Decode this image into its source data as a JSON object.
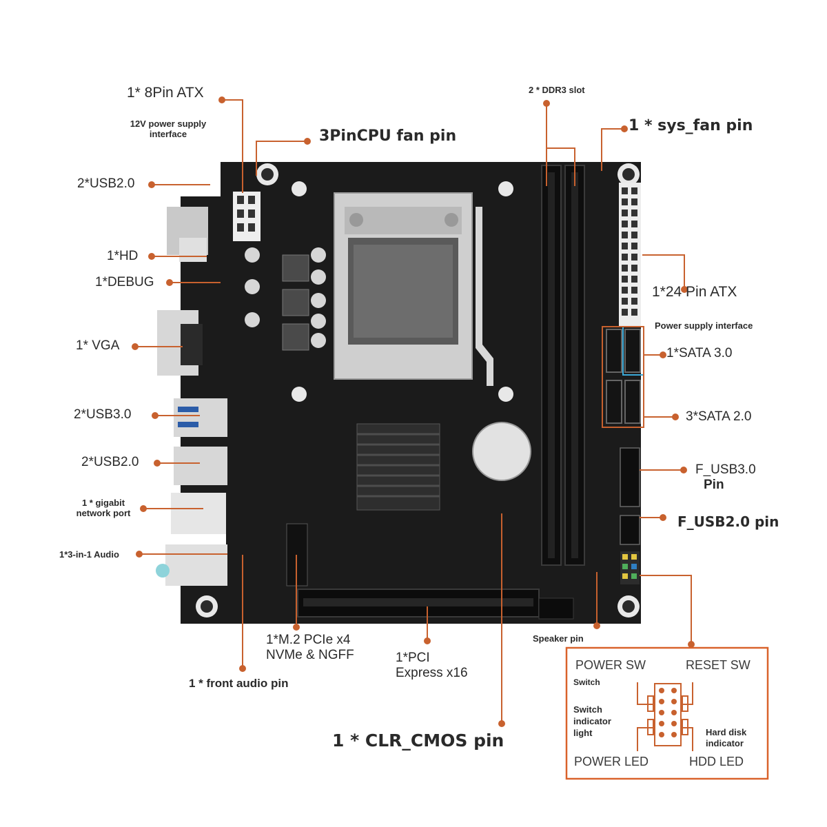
{
  "labels": {
    "atx8": "1* 8Pin ATX",
    "psu12v_line1": "12V power supply",
    "psu12v_line2": "interface",
    "cpu_fan": "3PinCPU fan pin",
    "usb20_top": "2*USB2.0",
    "hd": "1*HD",
    "debug": "1*DEBUG",
    "vga": "1* VGA",
    "usb30": "2*USB3.0",
    "usb20_mid": "2*USB2.0",
    "gigabit_line1": "1 * gigabit",
    "gigabit_line2": "network port",
    "audio": "1*3-in-1 Audio",
    "m2_line1": "1*M.2 PCIe x4",
    "m2_line2": "NVMe & NGFF",
    "front_audio": "1 * front audio pin",
    "pcie_line1": "1*PCI",
    "pcie_line2": "Express x16",
    "clr_cmos": "1 * CLR_CMOS pin",
    "ddr3": "2 * DDR3 slot",
    "sys_fan": "1 * sys_fan pin",
    "atx24": "1*24 Pin ATX",
    "psu_iface": "Power supply interface",
    "sata3": "1*SATA 3.0",
    "sata2": "3*SATA 2.0",
    "fusb3_line1": "F_USB3.0",
    "fusb3_line2": "Pin",
    "fusb2": "F_USB2.0 pin",
    "speaker": "Speaker pin"
  },
  "panel": {
    "power_sw": "POWER SW",
    "reset_sw": "RESET SW",
    "switch": "Switch",
    "switch_ind_line1": "Switch",
    "switch_ind_line2": "indicator",
    "switch_ind_line3": "light",
    "hdd_ind_line1": "Hard disk",
    "hdd_ind_line2": "indicator",
    "power_led": "POWER LED",
    "hdd_led": "HDD LED"
  },
  "colors": {
    "accent": "#c8612e",
    "board": "#1b1b1b",
    "panel_border": "#d9622b"
  }
}
